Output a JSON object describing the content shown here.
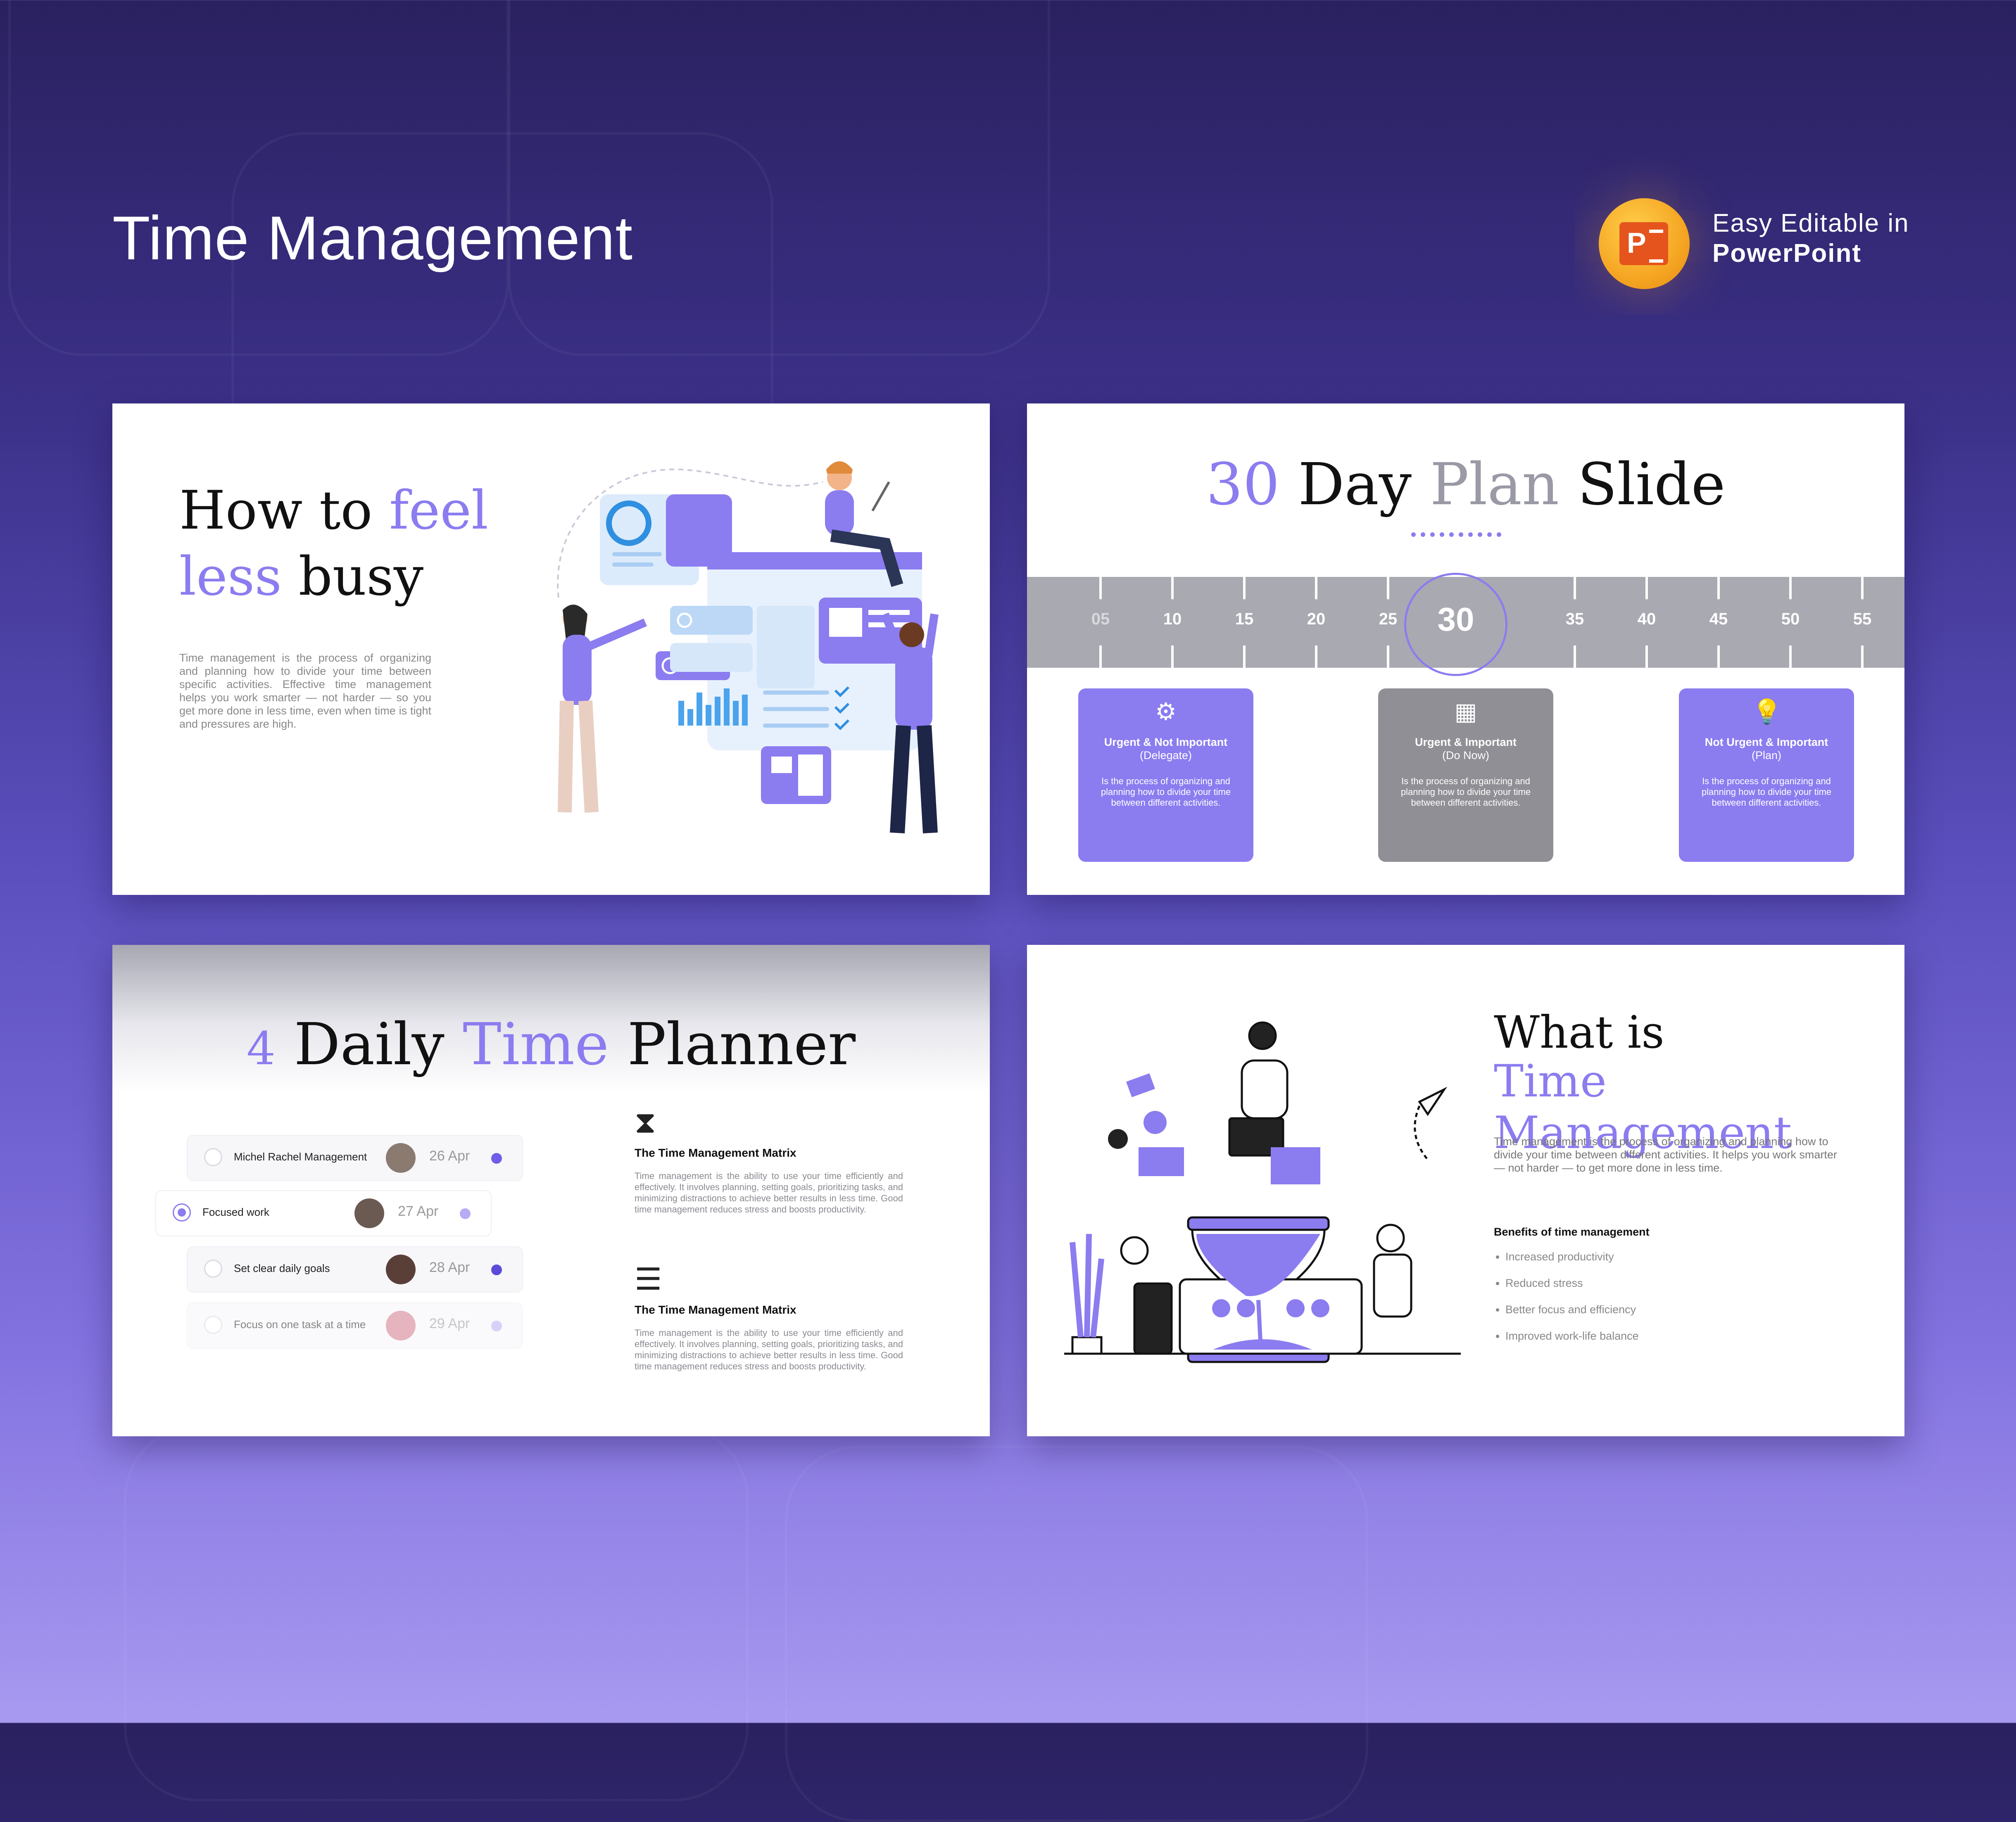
{
  "header": {
    "title": "Time Management",
    "badge_line1": "Easy Editable in",
    "badge_line2": "PowerPoint",
    "badge_letter": "P"
  },
  "colors": {
    "accent": "#8b7cf0",
    "deep": "#6e5ee8",
    "gray_card": "#8f8f95",
    "ruler": "#a9a9b1"
  },
  "slide1": {
    "title_a": "How to ",
    "title_b": "feel",
    "title_c": "less",
    "title_d": " busy",
    "body": "Time management is the process of organizing and planning how to divide your time between specific activities. Effective time management helps you work smarter — not harder — so you get more done in less time, even when time is tight and pressures are high."
  },
  "slide2": {
    "title_a": "30",
    "title_b": " Day ",
    "title_c": "Plan",
    "title_d": " Slide",
    "ticks": [
      "05",
      "10",
      "15",
      "20",
      "25",
      "35",
      "40",
      "45",
      "50",
      "55"
    ],
    "active": "30",
    "cards": [
      {
        "icon": "gear-icon",
        "title": "Urgent & Not Important",
        "sub": "(Delegate)",
        "body": "Is the process of organizing and planning how to divide your time between different activities."
      },
      {
        "icon": "calendar-icon",
        "title": "Urgent & Important",
        "sub": "(Do Now)",
        "body": "Is the process of organizing and planning how to divide your time between different activities."
      },
      {
        "icon": "lightbulb-icon",
        "title": "Not Urgent & Important",
        "sub": "(Plan)",
        "body": "Is the process of organizing and planning how to divide your time between different activities."
      }
    ]
  },
  "slide3": {
    "title_n": "4",
    "title_a": " Daily ",
    "title_b": "Time",
    "title_c": " Planner",
    "tasks": [
      {
        "label": "Michel Rachel Management",
        "date": "26 Apr"
      },
      {
        "label": "Focused work",
        "date": "27 Apr"
      },
      {
        "label": "Set clear daily goals",
        "date": "28 Apr"
      },
      {
        "label": "Focus on one task at a time",
        "date": "29 Apr"
      }
    ],
    "blocks": [
      {
        "icon": "hourglass-icon",
        "title": "The Time Management Matrix",
        "body": "Time management is the ability to use your time efficiently and effectively. It involves planning, setting goals, prioritizing tasks, and minimizing distractions to achieve better results in less time. Good time management reduces stress and boosts productivity."
      },
      {
        "icon": "checklist-icon",
        "title": "The Time Management Matrix",
        "body": "Time management is the ability to use your time efficiently and effectively. It involves planning, setting goals, prioritizing tasks, and minimizing distractions to achieve better results in less time. Good time management reduces stress and boosts productivity."
      }
    ]
  },
  "slide4": {
    "title_a": "What is",
    "title_b": "Time Management",
    "body": "Time management is the process of organizing and planning how to divide your time between different activities. It helps you work smarter — not harder — to get more done in less time.",
    "benefits_title": "Benefits of time management",
    "benefits": [
      "Increased productivity",
      "Reduced stress",
      "Better focus and efficiency",
      "Improved work-life balance"
    ]
  }
}
